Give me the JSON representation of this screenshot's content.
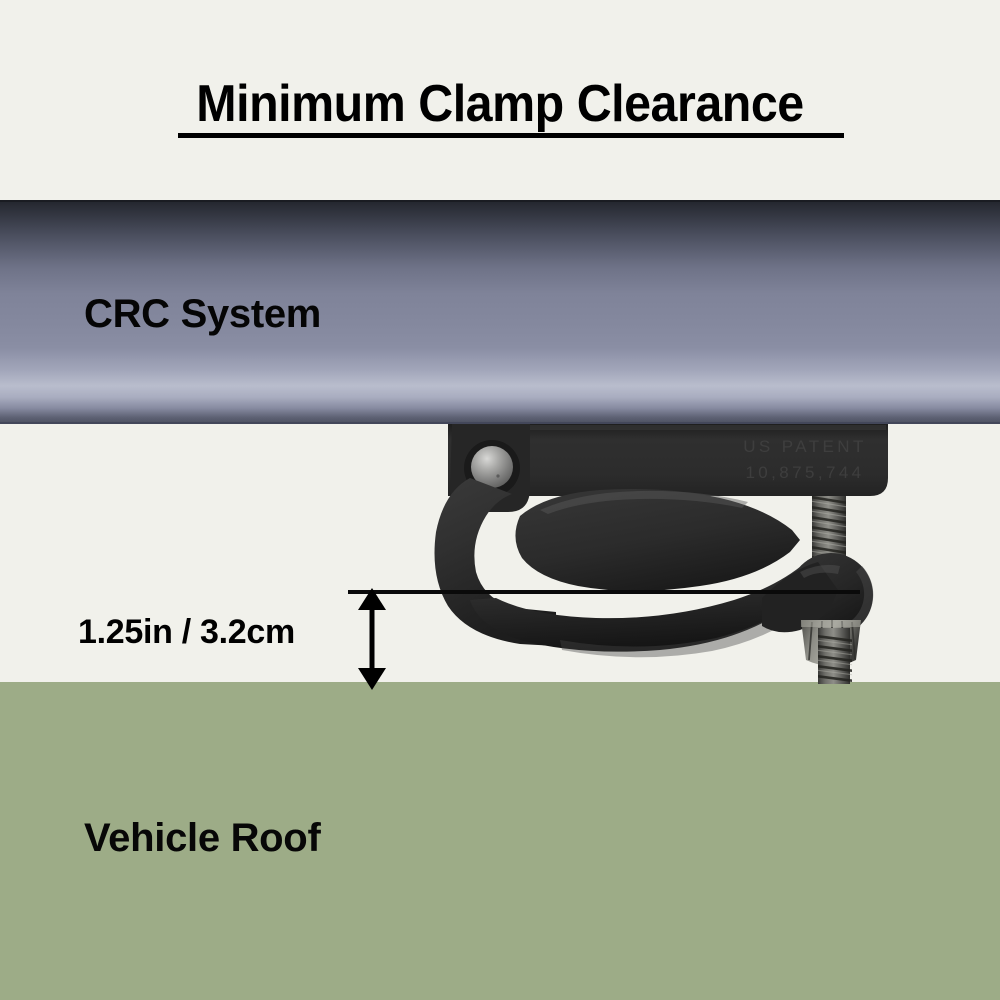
{
  "diagram": {
    "title": "Minimum Clamp Clearance",
    "bar_label": "CRC System",
    "roof_label": "Vehicle Roof",
    "dimension_label": "1.25in / 3.2cm",
    "patent_line_1": "US PATENT",
    "patent_line_2": "10,875,744"
  },
  "colors": {
    "background": "#f1f1eb",
    "bar_mid": "#84889e",
    "bar_highlight": "#b9bdcd",
    "bar_dark": "#22242c",
    "roof": "#9dac87",
    "clamp_body": "#2b2b2b",
    "clamp_dark": "#1c1c1c",
    "metal": "#9a9a9a",
    "annotation": "#000000"
  },
  "measurements": {
    "clearance_inches": 1.25,
    "clearance_cm": 3.2
  }
}
